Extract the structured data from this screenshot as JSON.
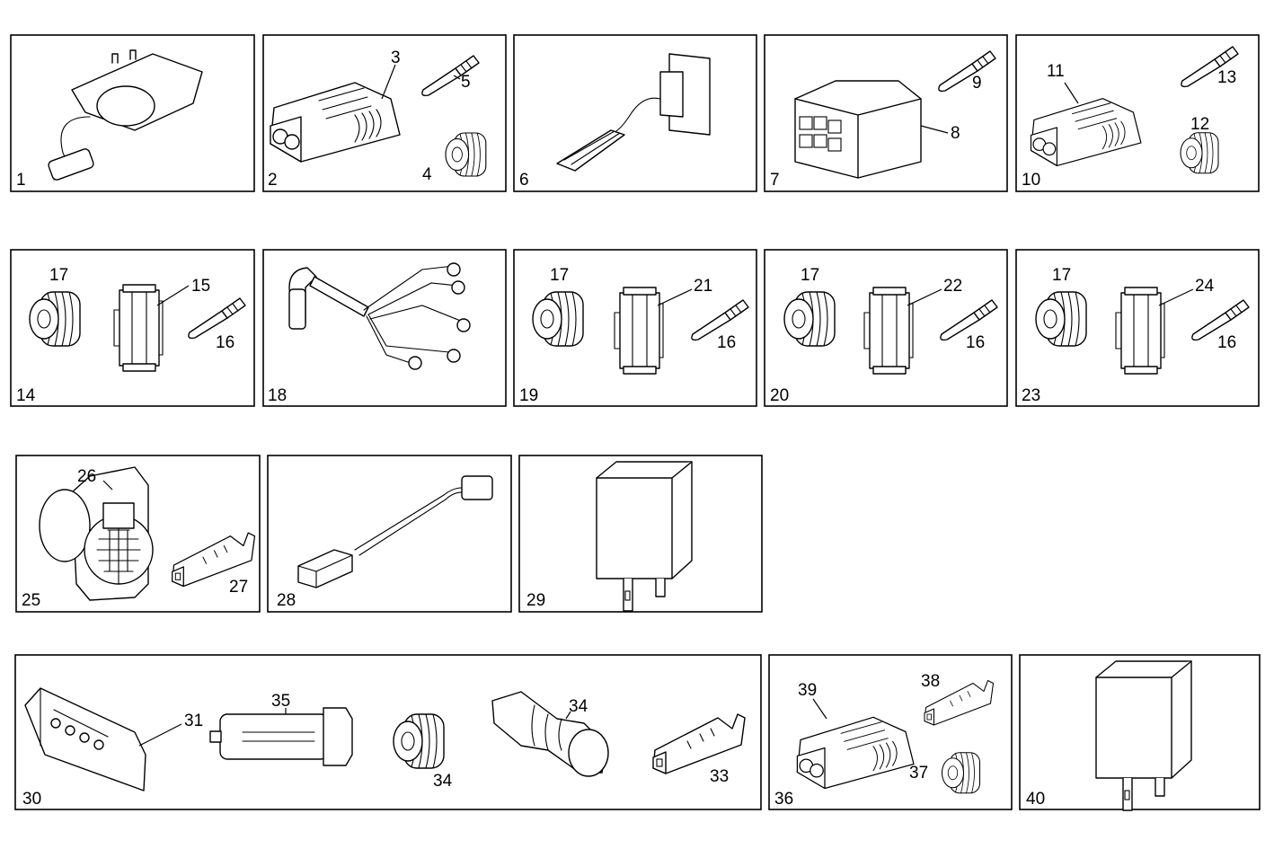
{
  "diagram": {
    "panels": [
      {
        "id": "panel-1",
        "label": "1",
        "callouts": []
      },
      {
        "id": "panel-2",
        "label": "2",
        "callouts": [
          "3",
          "4",
          "5"
        ]
      },
      {
        "id": "panel-6",
        "label": "6",
        "callouts": []
      },
      {
        "id": "panel-7",
        "label": "7",
        "callouts": [
          "8",
          "9"
        ]
      },
      {
        "id": "panel-10",
        "label": "10",
        "callouts": [
          "11",
          "12",
          "13"
        ]
      },
      {
        "id": "panel-14",
        "label": "14",
        "callouts": [
          "15",
          "16",
          "17"
        ]
      },
      {
        "id": "panel-18",
        "label": "18",
        "callouts": []
      },
      {
        "id": "panel-19",
        "label": "19",
        "callouts": [
          "16",
          "17",
          "21"
        ]
      },
      {
        "id": "panel-20",
        "label": "20",
        "callouts": [
          "16",
          "17",
          "22"
        ]
      },
      {
        "id": "panel-23",
        "label": "23",
        "callouts": [
          "16",
          "17",
          "24"
        ]
      },
      {
        "id": "panel-25",
        "label": "25",
        "callouts": [
          "26",
          "27"
        ]
      },
      {
        "id": "panel-28",
        "label": "28",
        "callouts": []
      },
      {
        "id": "panel-29",
        "label": "29",
        "callouts": []
      },
      {
        "id": "panel-30",
        "label": "30",
        "callouts": [
          "31",
          "35",
          "34",
          "34",
          "33"
        ]
      },
      {
        "id": "panel-36",
        "label": "36",
        "callouts": [
          "39",
          "38",
          "37"
        ]
      },
      {
        "id": "panel-40",
        "label": "40",
        "callouts": []
      }
    ]
  }
}
